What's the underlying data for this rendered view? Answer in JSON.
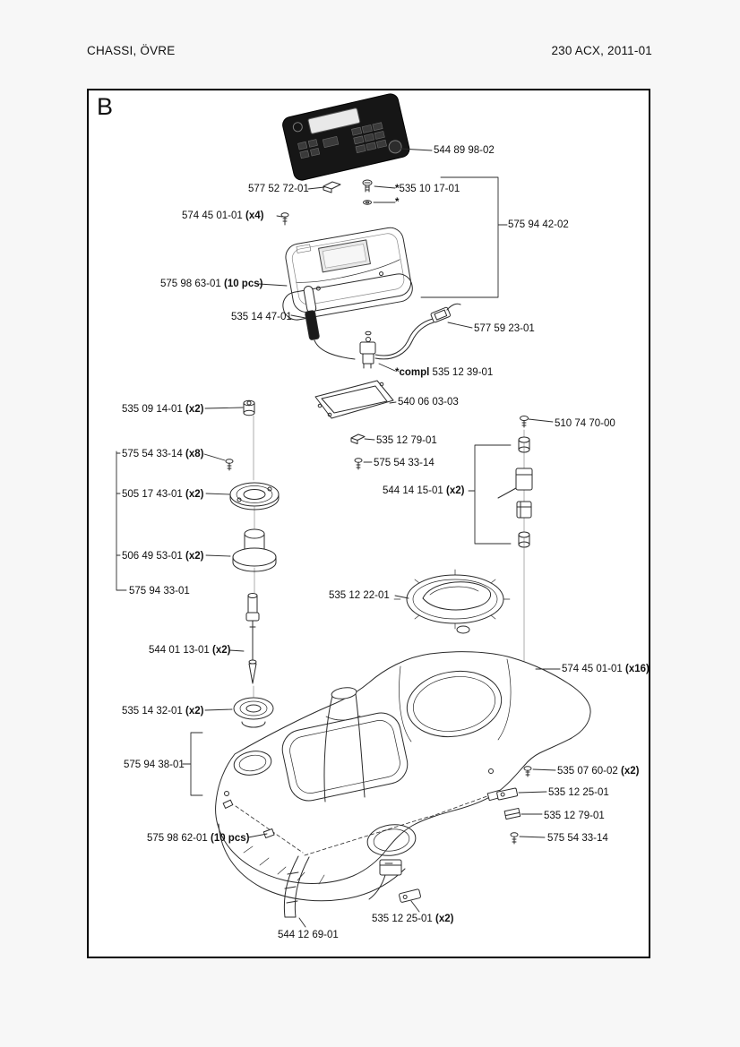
{
  "page": {
    "header_left": "CHASSI, ÖVRE",
    "header_right": "230 ACX, 2011-01",
    "section_letter": "B"
  },
  "parts": [
    {
      "pre": "",
      "num": "544 89 98-02",
      "qty": ""
    },
    {
      "pre": "",
      "num": "577 52 72-01",
      "qty": ""
    },
    {
      "pre": "*",
      "num": "535 10 17-01",
      "qty": ""
    },
    {
      "pre": "*",
      "num": "",
      "qty": ""
    },
    {
      "pre": "",
      "num": "574 45 01-01",
      "qty": " (x4)"
    },
    {
      "pre": "",
      "num": "575 94 42-02",
      "qty": ""
    },
    {
      "pre": "",
      "num": "575 98 63-01",
      "qty": " (10 pcs)"
    },
    {
      "pre": "",
      "num": "535 14 47-01",
      "qty": ""
    },
    {
      "pre": "",
      "num": "577 59 23-01",
      "qty": ""
    },
    {
      "pre": "*compl ",
      "num": "535 12 39-01",
      "qty": ""
    },
    {
      "pre": "",
      "num": "540 06 03-03",
      "qty": ""
    },
    {
      "pre": "",
      "num": "535 09 14-01",
      "qty": " (x2)"
    },
    {
      "pre": "",
      "num": "510 74 70-00",
      "qty": ""
    },
    {
      "pre": "",
      "num": "575 54 33-14",
      "qty": " (x8)"
    },
    {
      "pre": "",
      "num": "535 12 79-01",
      "qty": ""
    },
    {
      "pre": "",
      "num": "575 54 33-14",
      "qty": ""
    },
    {
      "pre": "",
      "num": "505 17 43-01",
      "qty": " (x2)"
    },
    {
      "pre": "",
      "num": "544 14 15-01",
      "qty": " (x2)"
    },
    {
      "pre": "",
      "num": "506 49 53-01",
      "qty": " (x2)"
    },
    {
      "pre": "",
      "num": "575 94 33-01",
      "qty": ""
    },
    {
      "pre": "",
      "num": "535 12 22-01",
      "qty": ""
    },
    {
      "pre": "",
      "num": "544 01 13-01",
      "qty": " (x2)"
    },
    {
      "pre": "",
      "num": "574 45 01-01",
      "qty": " (x16)"
    },
    {
      "pre": "",
      "num": "535 14 32-01",
      "qty": " (x2)"
    },
    {
      "pre": "",
      "num": "575 94 38-01",
      "qty": ""
    },
    {
      "pre": "",
      "num": "535 07 60-02",
      "qty": " (x2)"
    },
    {
      "pre": "",
      "num": "535 12 25-01",
      "qty": ""
    },
    {
      "pre": "",
      "num": "535 12 79-01",
      "qty": ""
    },
    {
      "pre": "",
      "num": "575 98 62-01",
      "qty": " (10 pcs)"
    },
    {
      "pre": "",
      "num": "575 54 33-14",
      "qty": ""
    },
    {
      "pre": "",
      "num": "535 12 25-01",
      "qty": " (x2)"
    },
    {
      "pre": "",
      "num": "544 12 69-01",
      "qty": ""
    }
  ]
}
